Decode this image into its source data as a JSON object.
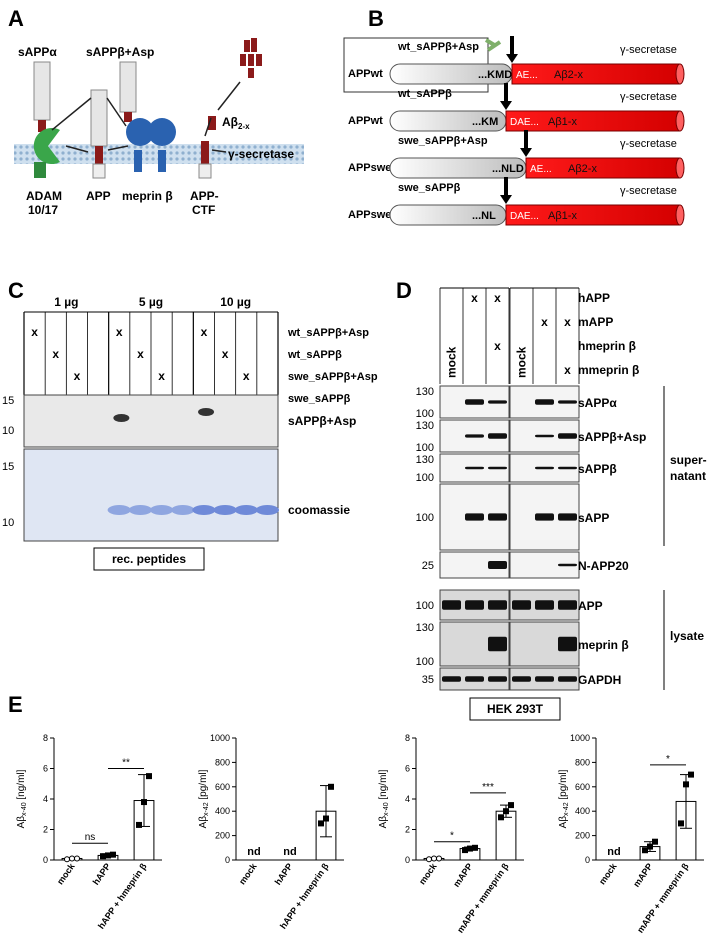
{
  "panels": {
    "A": "A",
    "B": "B",
    "C": "C",
    "D": "D",
    "E": "E"
  },
  "panelA": {
    "sappa": "sAPPα",
    "sappb_asp": "sAPPβ+Asp",
    "abeta": "Aβ",
    "abeta_sub": "2-x",
    "adam_l1": "ADAM",
    "adam_l2": "10/17",
    "app": "APP",
    "meprin": "meprin β",
    "ctf_l1": "APP-",
    "ctf_l2": "CTF",
    "gamma": "γ-secretase"
  },
  "panelB": {
    "rows": [
      {
        "tag": "wt_sAPPβ+Asp",
        "left": "APPwt",
        "seq": "...KMD",
        "red1": "AE...",
        "red2": "Aβ2-x",
        "gamma": "γ-secretase"
      },
      {
        "tag": "wt_sAPPβ",
        "left": "APPwt",
        "seq": "...KM",
        "red1": "DAE...",
        "red2": "Aβ1-x",
        "gamma": "γ-secretase"
      },
      {
        "tag": "swe_sAPPβ+Asp",
        "left": "APPswe",
        "seq": "...NLD",
        "red1": "AE...",
        "red2": "Aβ2-x",
        "gamma": "γ-secretase"
      },
      {
        "tag": "swe_sAPPβ",
        "left": "APPswe",
        "seq": "...NL",
        "red1": "DAE...",
        "red2": "Aβ1-x",
        "gamma": "γ-secretase"
      }
    ]
  },
  "panelC": {
    "groups": [
      "1 µg",
      "5 µg",
      "10 µg"
    ],
    "mark": "x",
    "row_labels": [
      "wt_sAPPβ+Asp",
      "wt_sAPPβ",
      "swe_sAPPβ+Asp",
      "swe_sAPPβ"
    ],
    "blot1_label": "sAPPβ+Asp",
    "blot2_label": "coomassie",
    "mw": [
      "15",
      "10",
      "15",
      "10"
    ],
    "footer": "rec. peptides"
  },
  "panelD": {
    "mock": "mock",
    "mark": "x",
    "row_labels": [
      "hAPP",
      "mAPP",
      "hmeprin β",
      "mmeprin β"
    ],
    "blots": [
      {
        "label": "sAPPα",
        "mw": [
          "130",
          "100"
        ]
      },
      {
        "label": "sAPPβ+Asp",
        "mw": [
          "130",
          "100"
        ]
      },
      {
        "label": "sAPPβ",
        "mw": [
          "130",
          "100"
        ]
      },
      {
        "label": "sAPP",
        "mw": [
          "100"
        ]
      },
      {
        "label": "N-APP20",
        "mw": [
          "25"
        ]
      },
      {
        "label": "APP",
        "mw": [
          "100"
        ]
      },
      {
        "label": "meprin β",
        "mw": [
          "130",
          "100"
        ]
      },
      {
        "label": "GAPDH",
        "mw": [
          "35"
        ]
      }
    ],
    "supernatant_l1": "super-",
    "supernatant_l2": "natant",
    "lysate": "lysate",
    "footer": "HEK 293T"
  },
  "chart_data": [
    {
      "type": "bar",
      "ylabel_base": "Aβ",
      "ylabel_sub": "x-40",
      "ylabel_unit": " [ng/ml]",
      "categories": [
        "mock",
        "hAPP",
        "hAPP + hmeprin β"
      ],
      "ylim": [
        0,
        8
      ],
      "yticks": [
        0,
        2,
        4,
        6,
        8
      ],
      "values": [
        0.1,
        0.3,
        3.9
      ],
      "err": [
        0.05,
        0.1,
        1.7
      ],
      "points": [
        [
          0.05,
          0.1,
          0.1
        ],
        [
          0.25,
          0.3,
          0.35
        ],
        [
          2.3,
          3.8,
          5.5
        ]
      ],
      "labels": [
        "",
        "",
        ""
      ],
      "sig": [
        {
          "from": 0,
          "to": 1,
          "y": 1.1,
          "text": "ns"
        },
        {
          "from": 1,
          "to": 2,
          "y": 6.0,
          "text": "**"
        }
      ]
    },
    {
      "type": "bar",
      "ylabel_base": "Aβ",
      "ylabel_sub": "x-42",
      "ylabel_unit": " [pg/ml]",
      "categories": [
        "mock",
        "hAPP",
        "hAPP + hmeprin β"
      ],
      "ylim": [
        0,
        1000
      ],
      "yticks": [
        0,
        200,
        400,
        600,
        800,
        1000
      ],
      "values": [
        0,
        0,
        400
      ],
      "err": [
        0,
        0,
        210
      ],
      "points": [
        [],
        [],
        [
          300,
          340,
          600
        ]
      ],
      "labels": [
        "nd",
        "nd",
        ""
      ],
      "sig": []
    },
    {
      "type": "bar",
      "ylabel_base": "Aβ",
      "ylabel_sub": "x-40",
      "ylabel_unit": " [ng/ml]",
      "categories": [
        "mock",
        "mAPP",
        "mAPP + mmeprin β"
      ],
      "ylim": [
        0,
        8
      ],
      "yticks": [
        0,
        2,
        4,
        6,
        8
      ],
      "values": [
        0.1,
        0.75,
        3.2
      ],
      "err": [
        0.05,
        0.1,
        0.4
      ],
      "points": [
        [
          0.05,
          0.1,
          0.1
        ],
        [
          0.65,
          0.75,
          0.8
        ],
        [
          2.8,
          3.2,
          3.6
        ]
      ],
      "labels": [
        "",
        "",
        ""
      ],
      "sig": [
        {
          "from": 0,
          "to": 1,
          "y": 1.2,
          "text": "*"
        },
        {
          "from": 1,
          "to": 2,
          "y": 4.4,
          "text": "***"
        }
      ]
    },
    {
      "type": "bar",
      "ylabel_base": "Aβ",
      "ylabel_sub": "x-42",
      "ylabel_unit": " [pg/ml]",
      "categories": [
        "mock",
        "mAPP",
        "mAPP + mmeprin β"
      ],
      "ylim": [
        0,
        1000
      ],
      "yticks": [
        0,
        200,
        400,
        600,
        800,
        1000
      ],
      "values": [
        0,
        110,
        480
      ],
      "err": [
        0,
        40,
        220
      ],
      "points": [
        [],
        [
          80,
          110,
          150
        ],
        [
          300,
          620,
          700
        ]
      ],
      "labels": [
        "nd",
        "",
        ""
      ],
      "sig": [
        {
          "from": 1,
          "to": 2,
          "y": 780,
          "text": "*"
        }
      ]
    }
  ]
}
